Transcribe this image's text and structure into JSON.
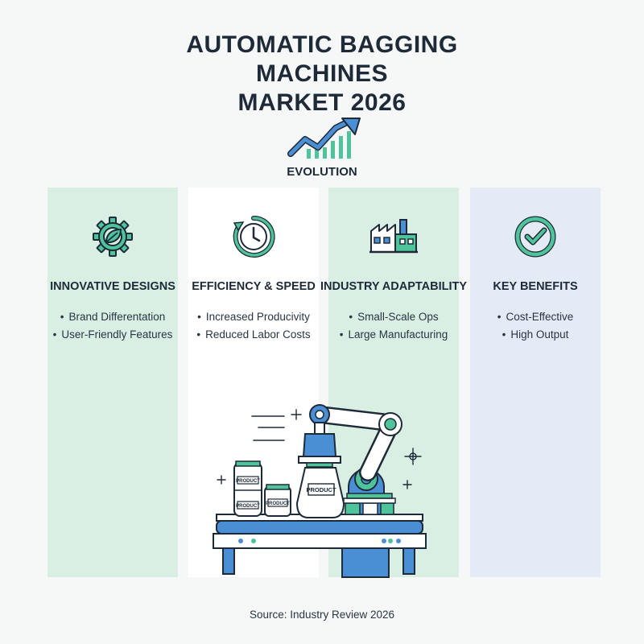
{
  "title": {
    "line1": "AUTOMATIC BAGGING",
    "line2": "MACHINES",
    "line3": "MARKET 2026"
  },
  "subtitle": "EVOLUTION",
  "colors": {
    "blue": "#4a8fd4",
    "green": "#4fc39a",
    "dark": "#1e2a38",
    "panel_green": "#d9efe4",
    "panel_blue": "#e4ebf7"
  },
  "panels": [
    {
      "icon": "gear-leaf-icon",
      "title": "INNOVATIVE DESIGNS",
      "items": [
        "Brand Differentation",
        "User-Friendly Features"
      ]
    },
    {
      "icon": "clock-icon",
      "title": "EFFICIENCY & SPEED",
      "items": [
        "Increased Producivity",
        "Reduced Labor Costs"
      ]
    },
    {
      "icon": "factory-icon",
      "title": "INDUSTRY ADAPTABILITY",
      "items": [
        "Small-Scale Ops",
        "Large Manufacturing"
      ]
    },
    {
      "icon": "check-circle-icon",
      "title": "KEY BENEFITS",
      "items": [
        "Cost-Effective",
        "High Output"
      ]
    }
  ],
  "illustration": {
    "bag_labels": [
      "PRODUCT",
      "PRODUCT",
      "PRODUCT",
      "PRODUCT"
    ]
  },
  "source": "Source: Industry Review 2026"
}
